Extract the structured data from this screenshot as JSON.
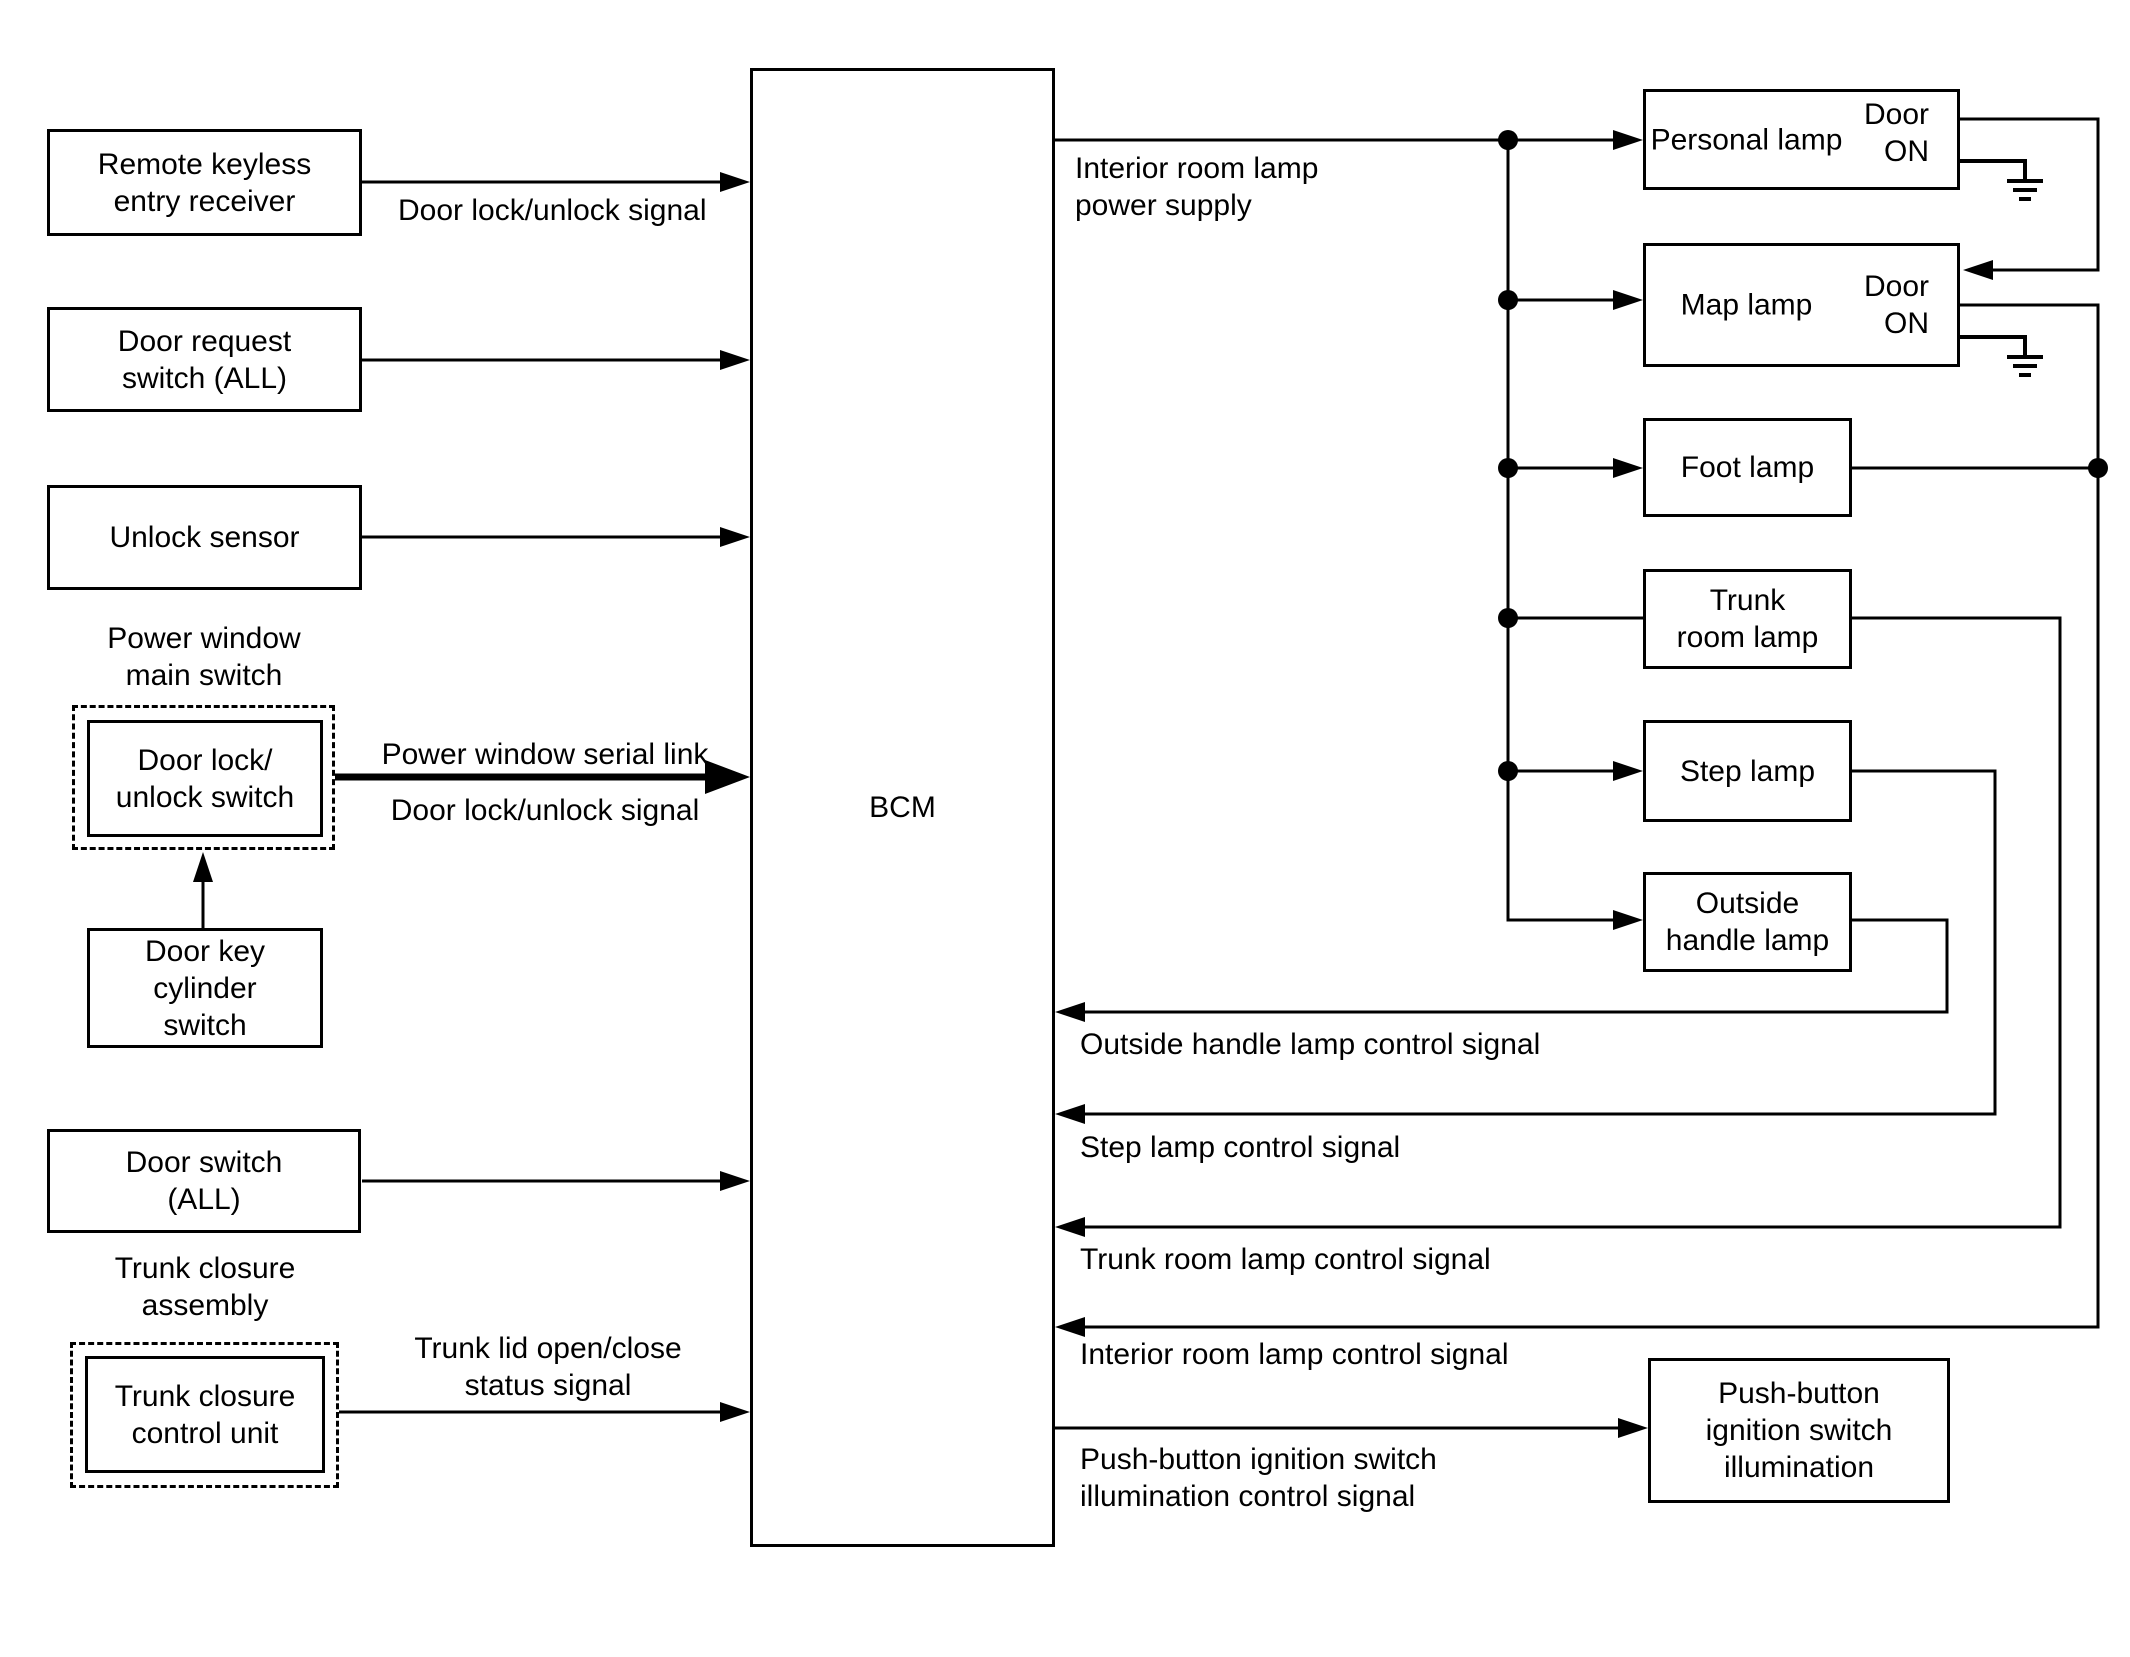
{
  "colors": {
    "line": "#000000",
    "background": "#ffffff"
  },
  "bcm_label": "BCM",
  "input_boxes": {
    "remote_keyless": "Remote keyless\nentry receiver",
    "door_request": "Door request\nswitch (ALL)",
    "unlock_sensor": "Unlock sensor",
    "pw_title": "Power window\nmain switch",
    "pw_switch": "Door lock/\nunlock switch",
    "door_key_cylinder": "Door key\ncylinder\nswitch",
    "door_switch": "Door switch\n(ALL)",
    "trunk_title": "Trunk closure\nassembly",
    "trunk_unit": "Trunk closure\ncontrol unit"
  },
  "lamp_boxes": {
    "personal": "Personal lamp",
    "personal_door_on": "Door\nON",
    "map": "Map lamp",
    "map_door_on": "Door\nON",
    "foot": "Foot lamp",
    "trunk_room": "Trunk\nroom lamp",
    "step": "Step lamp",
    "outside_handle": "Outside\nhandle lamp",
    "push_button": "Push-button\nignition switch\nillumination"
  },
  "signal_labels": {
    "door_lock_unlock_in": "Door lock/unlock signal",
    "power_window_serial_link": "Power window serial link",
    "door_lock_unlock_pw": "Door lock/unlock signal",
    "trunk_lid_status": "Trunk lid open/close\nstatus signal",
    "interior_power_supply": "Interior room lamp\npower supply",
    "outside_handle_control": "Outside handle lamp control signal",
    "step_control": "Step lamp control signal",
    "trunk_room_control": "Trunk room lamp control signal",
    "interior_control": "Interior room lamp control signal",
    "push_button_control": "Push-button ignition switch\nillumination control signal"
  }
}
